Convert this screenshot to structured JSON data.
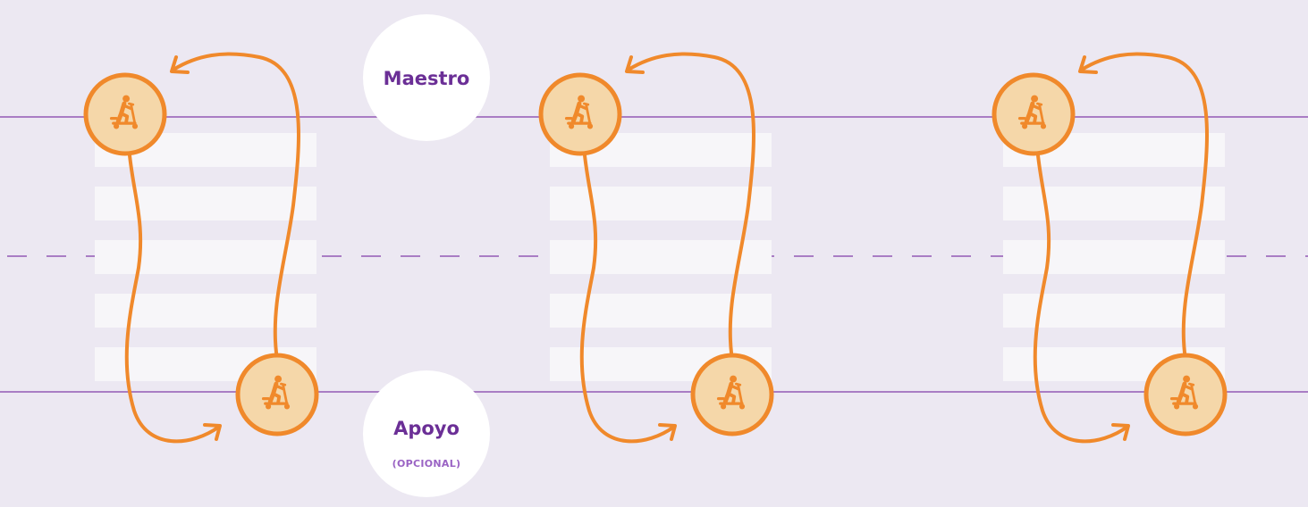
{
  "labels": {
    "top": "Maestro",
    "bottom": "Apoyo",
    "bottom_sub": "(OPCIONAL)"
  },
  "icons": {
    "scooter": "scooter-rider-icon",
    "arrow": "curved-arrow-icon"
  },
  "colors": {
    "background": "#ece8f2",
    "line": "#a97dc4",
    "stripe": "#f7f6f9",
    "accent": "#f0892b",
    "icon_fill": "#f5d7a9",
    "label": "#6b2f96",
    "label_sub": "#9a63c4",
    "bubble": "#ffffff"
  },
  "crossings": [
    {
      "id": "crossing-1"
    },
    {
      "id": "crossing-2"
    },
    {
      "id": "crossing-3"
    }
  ]
}
